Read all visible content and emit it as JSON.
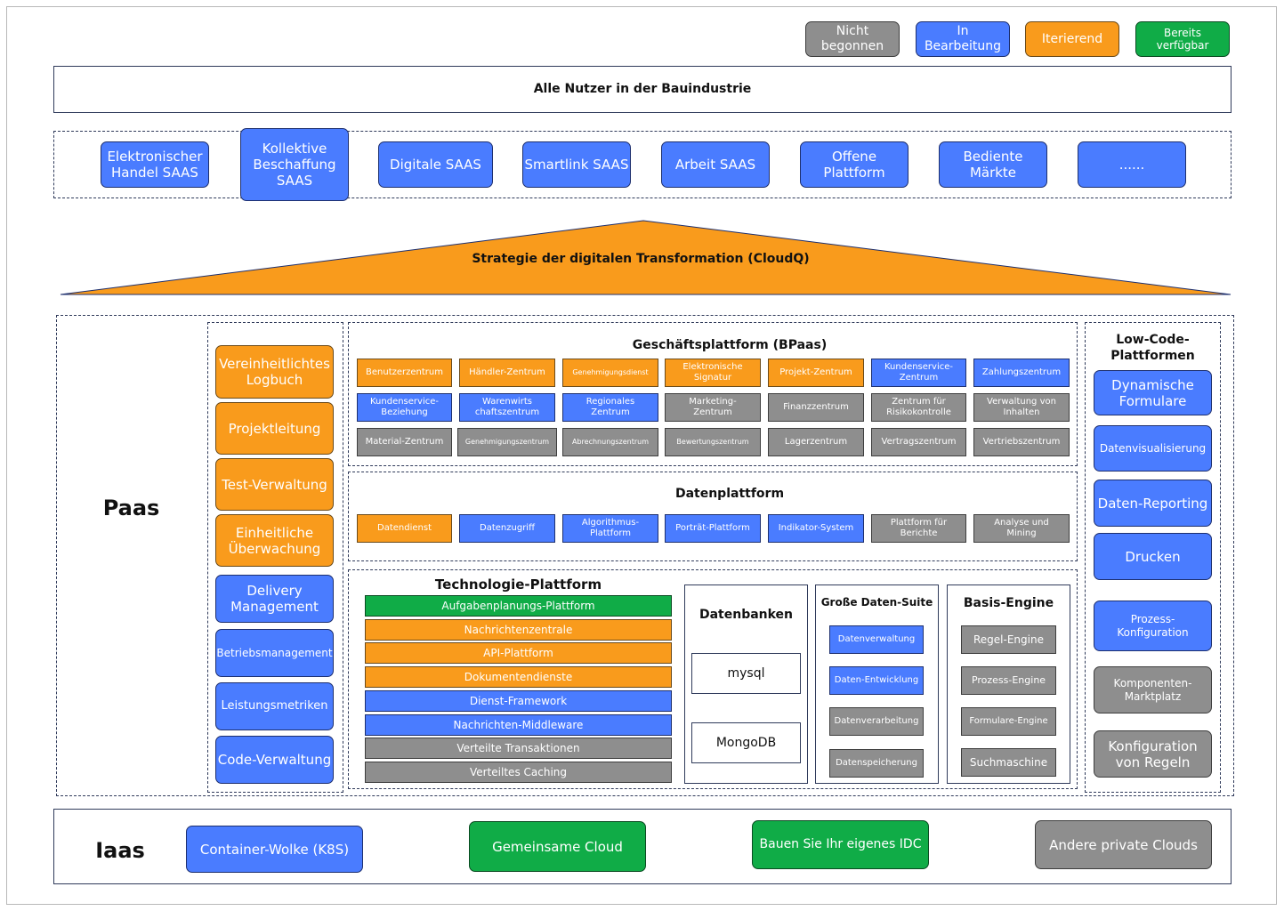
{
  "legend": {
    "not_started": "Nicht\nbegonnen",
    "in_progress": "In\nBearbeitung",
    "iterating": "Iterierend",
    "available": "Bereits verfügbar"
  },
  "users_bar": "Alle Nutzer in der Bauindustrie",
  "saas": [
    "Elektronischer\nHandel SAAS",
    "Kollektive\nBeschaffung\nSAAS",
    "Digitale SAAS",
    "Smartlink SAAS",
    "Arbeit SAAS",
    "Offene\nPlattform",
    "Bediente\nMärkte",
    "......"
  ],
  "strategy": "Strategie der digitalen Transformation (CloudQ)",
  "paas_label": "Paas",
  "iaas_label": "Iaas",
  "left_column": [
    "Vereinheitlichtes\nLogbuch",
    "Projektleitung",
    "Test-Verwaltung",
    "Einheitliche\nÜberwachung",
    "Delivery\nManagement",
    "Betriebsmanagement",
    "Leistungsmetriken",
    "Code-Verwaltung"
  ],
  "business": {
    "title": "Geschäftsplattform (BPaas)",
    "row1": [
      "Benutzerzentrum",
      "Händler-Zentrum",
      "Genehmigungsdienst",
      "Elektronische\nSignatur",
      "Projekt-Zentrum",
      "Kundenservice-\nZentrum",
      "Zahlungszentrum"
    ],
    "row2": [
      "Kundenservice-\nBeziehung",
      "Warenwirts\nchaftszentrum",
      "Regionales\nZentrum",
      "Marketing-\nZentrum",
      "Finanzzentrum",
      "Zentrum für\nRisikokontrolle",
      "Verwaltung von\nInhalten"
    ],
    "row3": [
      "Material-Zentrum",
      "Genehmigungszentrum",
      "Abrechnungszentrum",
      "Bewertungszentrum",
      "Lagerzentrum",
      "Vertragszentrum",
      "Vertriebszentrum"
    ]
  },
  "data_platform": {
    "title": "Datenplattform",
    "items": [
      "Datendienst",
      "Datenzugriff",
      "Algorithmus-\nPlattform",
      "Porträt-Plattform",
      "Indikator-System",
      "Plattform für\nBerichte",
      "Analyse und\nMining"
    ]
  },
  "tech": {
    "title": "Technologie-Plattform",
    "items": [
      "Aufgabenplanungs-Plattform",
      "Nachrichtenzentrale",
      "API-Plattform",
      "Dokumentendienste",
      "Dienst-Framework",
      "Nachrichten-Middleware",
      "Verteilte Transaktionen",
      "Verteiltes Caching"
    ]
  },
  "databases": {
    "title": "Datenbanken",
    "items": [
      "mysql",
      "MongoDB"
    ]
  },
  "bigdata": {
    "title": "Große Daten-Suite",
    "items": [
      "Datenverwaltung",
      "Daten-Entwicklung",
      "Datenverarbeitung",
      "Datenspeicherung"
    ]
  },
  "engine": {
    "title": "Basis-Engine",
    "items": [
      "Regel-Engine",
      "Prozess-Engine",
      "Formulare-Engine",
      "Suchmaschine"
    ]
  },
  "lowcode": {
    "title": "Low-Code-\nPlattformen",
    "items": [
      "Dynamische\nFormulare",
      "Datenvisualisierung",
      "Daten-Reporting",
      "Drucken",
      "Prozess-\nKonfiguration",
      "Komponenten-\nMarktplatz",
      "Konfiguration\nvon Regeln"
    ]
  },
  "iaas": [
    "Container-Wolke (K8S)",
    "Gemeinsame Cloud",
    "Bauen Sie Ihr eigenes IDC",
    "Andere private Clouds"
  ],
  "colors": {
    "blue": "#4a7cff",
    "orange": "#f99b1c",
    "gray": "#8e8e8e",
    "green": "#10ac47"
  }
}
